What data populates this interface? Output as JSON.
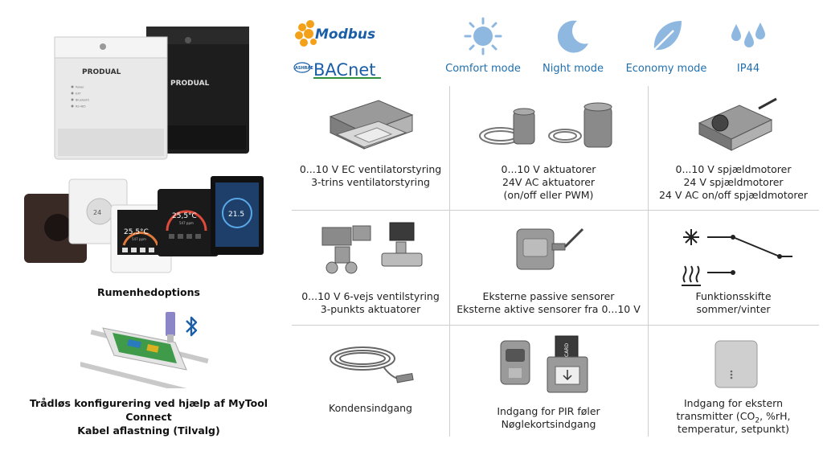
{
  "logos": {
    "modbus": "Modbus",
    "bacnet_prefix": "ASHRAE",
    "bacnet": "BACnet"
  },
  "modes": [
    {
      "label": "Comfort mode",
      "icon": "sun-icon"
    },
    {
      "label": "Night mode",
      "icon": "moon-icon"
    },
    {
      "label": "Economy mode",
      "icon": "leaf-icon"
    },
    {
      "label": "IP44",
      "icon": "water-drops-icon"
    }
  ],
  "products": {
    "brand_white": "PRODUAL",
    "brand_black": "PRODUAL",
    "led_labels": [
      "Power",
      "EXT",
      "Bluetooth",
      "RS-485"
    ],
    "thermostat_readings": [
      "24",
      "25,5°C",
      "25,5°C",
      "21.5"
    ],
    "thermostat_sub": [
      "547 ppm",
      "547 ppm"
    ]
  },
  "left": {
    "room_units_caption": "Rumenhedoptions",
    "wireless_caption_line1": "Trådløs konfigurering ved hjælp af MyTool Connect",
    "wireless_caption_line2": "Kabel aflastning (Tilvalg)"
  },
  "cells": [
    {
      "lines": [
        "0...10 V EC ventilatorstyring",
        "3-trins ventilatorstyring"
      ]
    },
    {
      "lines": [
        "0...10 V aktuatorer",
        "24V AC aktuatorer",
        "(on/off eller PWM)"
      ]
    },
    {
      "lines": [
        "0...10 V spjældmotorer",
        "24 V spjældmotorer",
        "24 V AC on/off spjældmotorer"
      ]
    },
    {
      "lines": [
        "0...10 V 6-vejs ventilstyring",
        "3-punkts aktuatorer"
      ]
    },
    {
      "lines": [
        "Eksterne passive sensorer",
        "Eksterne aktive sensorer fra 0...10 V"
      ]
    },
    {
      "lines": [
        "Funktionsskifte",
        "sommer/vinter"
      ]
    },
    {
      "lines": [
        "Kondensindgang"
      ]
    },
    {
      "lines": [
        "Indgang for PIR føler",
        "Nøglekortsindgang"
      ]
    },
    {
      "lines": [
        "Indgang for ekstern",
        "transmitter (CO",
        "2",
        ", %rH,",
        "temperatur, setpunkt)"
      ]
    }
  ],
  "card_label": "CARD",
  "colors": {
    "accent_blue": "#1f6fae",
    "icon_blue": "#8fb8e0",
    "modbus_blue": "#1b5ea8",
    "modbus_orange": "#f4a11a",
    "bacnet_green": "#2f8f3a",
    "bacnet_blue": "#1b5ea8",
    "bluetooth_blue": "#1c5ea8"
  }
}
